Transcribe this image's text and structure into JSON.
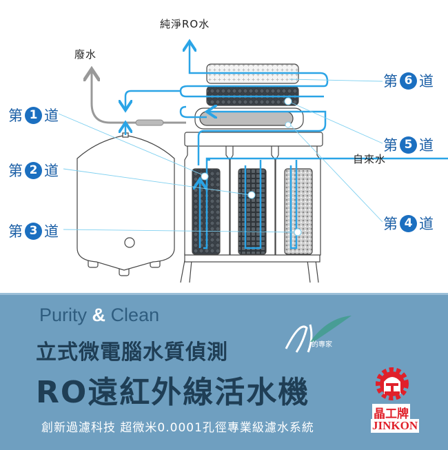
{
  "diagram": {
    "labels": {
      "pure_water": "純淨RO水",
      "waste_water": "廢水",
      "tap_water": "自來水"
    },
    "stages": [
      {
        "prefix": "第",
        "number": "1",
        "suffix": "道"
      },
      {
        "prefix": "第",
        "number": "2",
        "suffix": "道"
      },
      {
        "prefix": "第",
        "number": "3",
        "suffix": "道"
      },
      {
        "prefix": "第",
        "number": "4",
        "suffix": "道"
      },
      {
        "prefix": "第",
        "number": "5",
        "suffix": "道"
      },
      {
        "prefix": "第",
        "number": "6",
        "suffix": "道"
      }
    ],
    "colors": {
      "flow": "#2aa4e6",
      "waste": "#9a9a9a",
      "stage": "#1b6fc0"
    }
  },
  "panel": {
    "english_a": "Purity",
    "english_amp": "&",
    "english_b": "Clean",
    "title_line1": "立式微電腦水質偵測",
    "title_line2": "RO遠紅外線活水機",
    "tagline": "創新過濾科技 超微米0.0001孔徑專業級濾水系統",
    "badge": "的專家",
    "brand_cn": "晶工牌",
    "brand_en": "JINKON",
    "background": "#6f9fc0"
  }
}
